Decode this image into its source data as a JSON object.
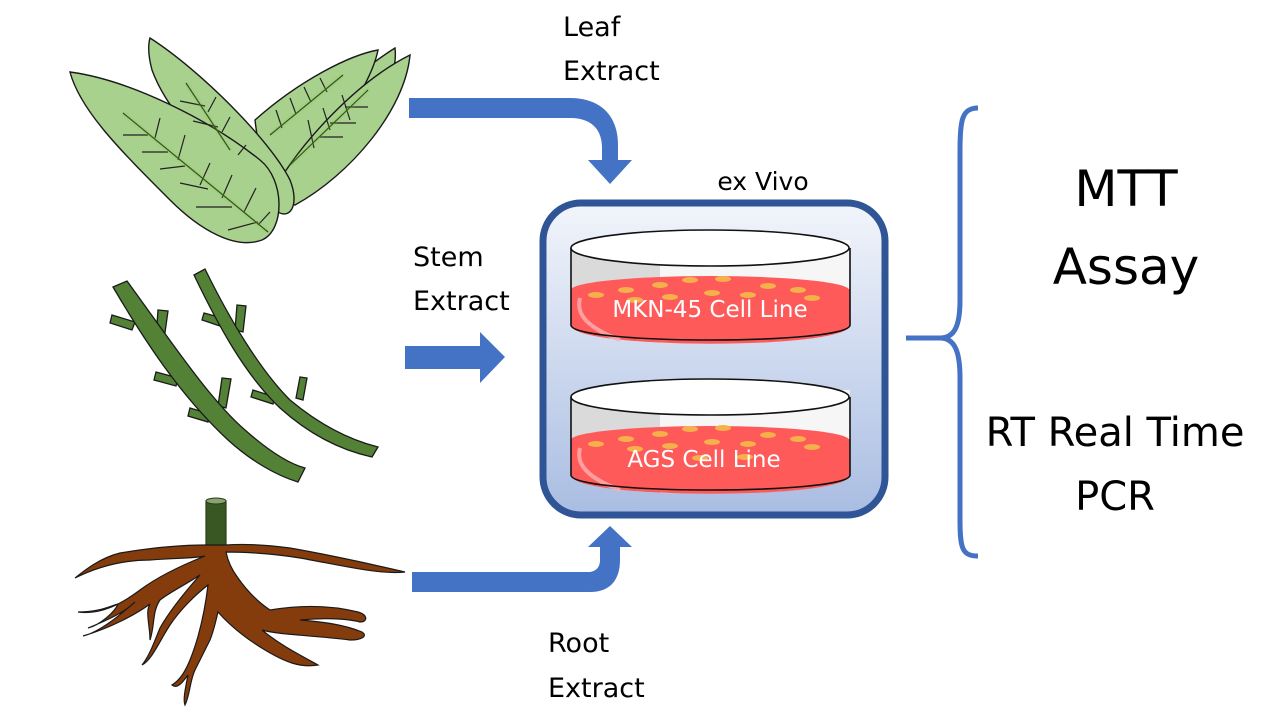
{
  "colors": {
    "arrow": "#4472c4",
    "brace": "#4472c4",
    "box_border": "#2f5597",
    "leaf": "#a9d18e",
    "stem": "#538135",
    "root": "#843c0c",
    "media": "#ff5a5a",
    "cells": "#f4b04a"
  },
  "sources": [
    {
      "id": "leaf",
      "icon": "leaf-icon",
      "label_line1": "Leaf",
      "label_line2": "Extract"
    },
    {
      "id": "stem",
      "icon": "stem-icon",
      "label_line1": "Stem",
      "label_line2": "Extract"
    },
    {
      "id": "root",
      "icon": "root-icon",
      "label_line1": "Root",
      "label_line2": "Extract"
    }
  ],
  "center": {
    "title": "ex Vivo",
    "dishes": [
      {
        "label": "MKN-45 Cell Line"
      },
      {
        "label": "AGS Cell Line"
      }
    ]
  },
  "outcomes": [
    {
      "line1": "MTT",
      "line2": "Assay"
    },
    {
      "line1": "RT Real Time",
      "line2": "PCR"
    }
  ]
}
